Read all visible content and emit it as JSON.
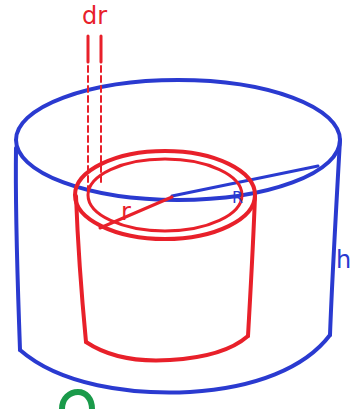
{
  "diagram": {
    "labels": [
      "dr",
      "r",
      "R",
      "h"
    ]
  }
}
